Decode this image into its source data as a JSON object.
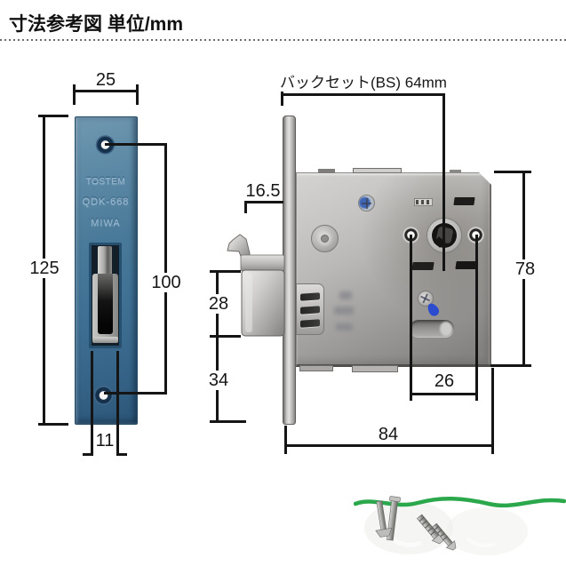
{
  "header": {
    "title": "寸法参考図 単位/mm"
  },
  "left_figure": {
    "plate_markings": {
      "brand_top": "TOSTEM",
      "model": "QDK-668",
      "brand_bottom": "MIWA"
    },
    "dimensions": {
      "plate_width": "25",
      "plate_height": "125",
      "hole_pitch": "100",
      "bolt_width": "11"
    }
  },
  "right_figure": {
    "dimensions": {
      "backset": "バックセット(BS) 64mm",
      "hook_protrusion": "16.5",
      "latch_height": "28",
      "lower_section": "34",
      "case_height": "78",
      "hub_hole_pitch": "26",
      "case_depth": "84"
    }
  },
  "colors": {
    "faceplate_blue": "#4a7a99",
    "case_silver": "#b9b8b6",
    "thread_lock_blue": "#2b4ccf",
    "twist_tie_green": "#2aa84b",
    "dimension_line": "#151515"
  }
}
